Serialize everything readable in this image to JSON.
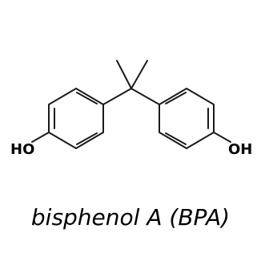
{
  "molecule": {
    "atom_labels": {
      "left_hydroxyl": "HO",
      "right_hydroxyl": "OH"
    },
    "caption": "bisphenol A (BPA)",
    "line_color": "#1a1a1a",
    "text_color": "#000000"
  }
}
